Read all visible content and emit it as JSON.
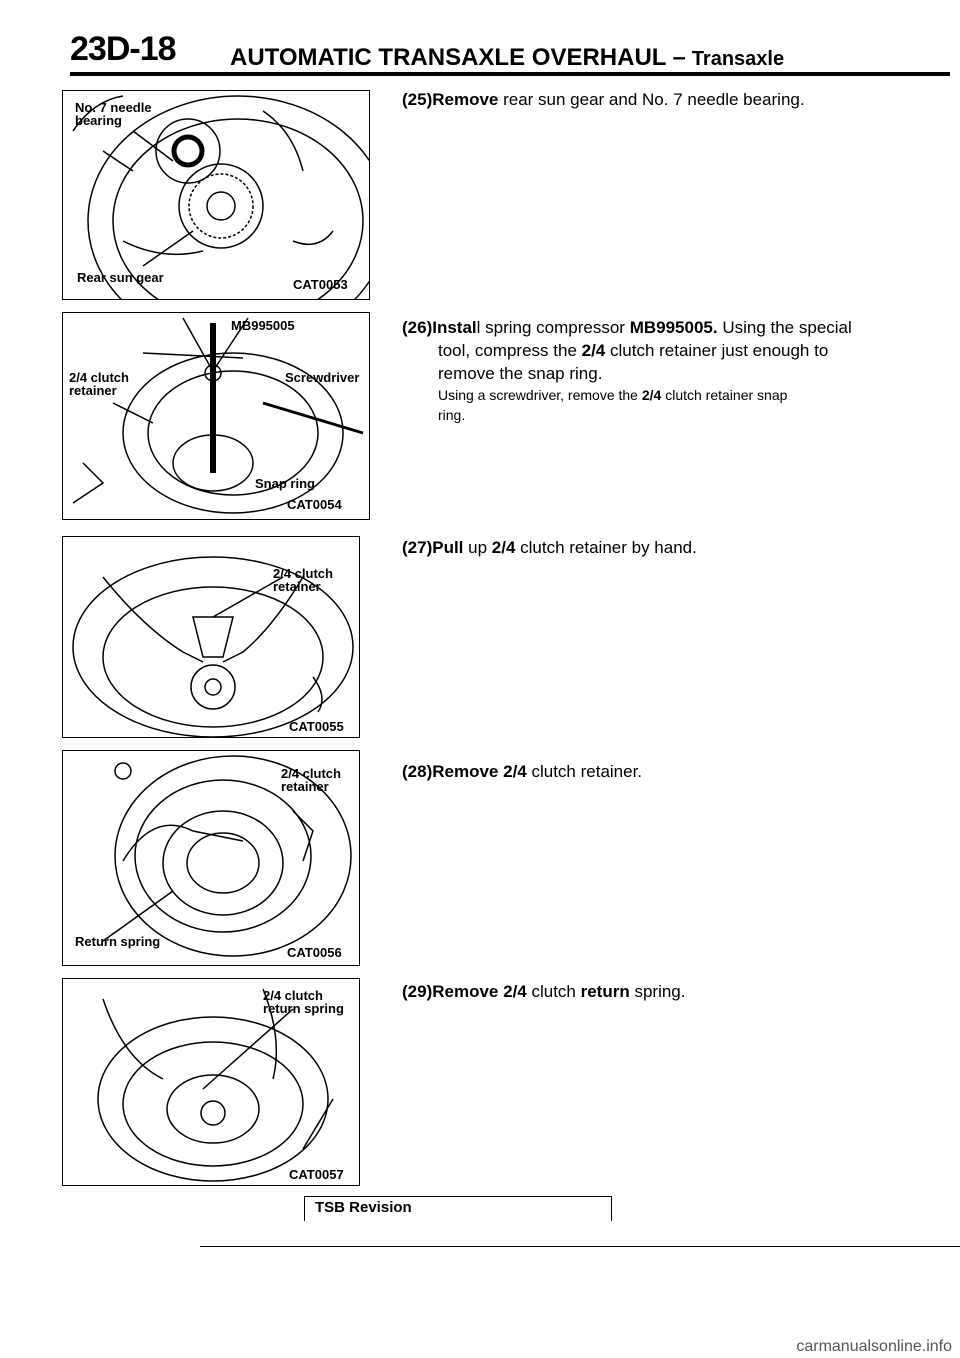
{
  "header": {
    "code": "23D-18",
    "title": "AUTOMATIC TRANSAXLE OVERHAUL",
    "dash": "–",
    "subtitle": "Transaxle"
  },
  "figures": [
    {
      "labels": [
        "No. 7 needle bearing",
        "Rear sun gear"
      ],
      "code": "CAT0053"
    },
    {
      "labels": [
        "MB995005",
        "2/4 clutch retainer",
        "Screwdriver",
        "Snap ring"
      ],
      "code": "CAT0054"
    },
    {
      "labels": [
        "2/4 clutch retainer"
      ],
      "code": "CAT0055"
    },
    {
      "labels": [
        "2/4 clutch retainer",
        "Return spring"
      ],
      "code": "CAT0056"
    },
    {
      "labels": [
        "2/4 clutch return spring"
      ],
      "code": "CAT0057"
    }
  ],
  "steps": [
    {
      "num": "(25)",
      "verb": "Remove",
      "text": " rear sun gear and No. 7 needle bearing."
    },
    {
      "num": "(26)",
      "verb": "Instal",
      "pre": "l spring compressor ",
      "tool": "MB995005.",
      "post": " Using the special",
      "cont1_a": "tool, compress the ",
      "cont1_b": "2/4",
      "cont1_c": " clutch retainer just enough to",
      "cont2": "remove the snap ring.",
      "note_a": "Using a screwdriver, remove the ",
      "note_b": "2/4",
      "note_c": " clutch retainer snap",
      "note2": "ring."
    },
    {
      "num": "(27)",
      "verb": "Pull",
      "pre": " up ",
      "frac": "2/4",
      "post": " clutch retainer by hand."
    },
    {
      "num": "(28)",
      "verb": "Remove",
      "pre": " ",
      "frac": "2/4",
      "post": " clutch retainer."
    },
    {
      "num": "(29)",
      "verb": "Remove",
      "pre": " ",
      "frac": "2/4",
      "mid": " clutch ",
      "bold2": "return",
      "post": " spring."
    }
  ],
  "tsb": "TSB Revision",
  "footer": "carmanualsonline.info"
}
